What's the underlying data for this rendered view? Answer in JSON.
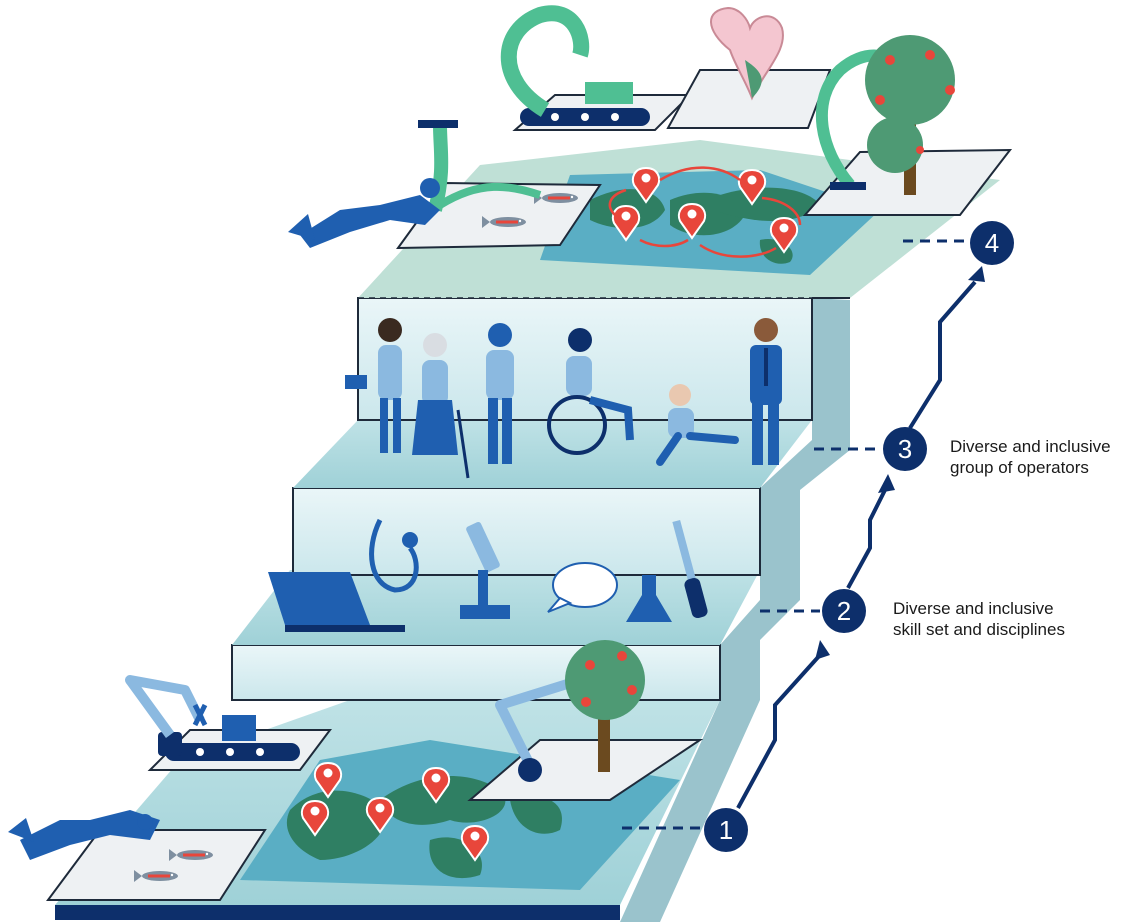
{
  "steps": [
    {
      "number": "1"
    },
    {
      "number": "2",
      "caption_line1": "Diverse and inclusive",
      "caption_line2": "skill set and disciplines"
    },
    {
      "number": "3",
      "caption_line1": "Diverse and inclusive",
      "caption_line2": "group of operators"
    },
    {
      "number": "4"
    }
  ],
  "colors": {
    "navy": "#0d2f6b",
    "step_face": "#cfe8ee",
    "step_top": "#a9d6dd",
    "map_water": "#5aaec4",
    "land": "#2f7f63",
    "pin": "#e8463b",
    "blue_figure": "#1f5fb0",
    "light_blue_figure": "#8bb9e0",
    "green_arm": "#4fbf93"
  }
}
